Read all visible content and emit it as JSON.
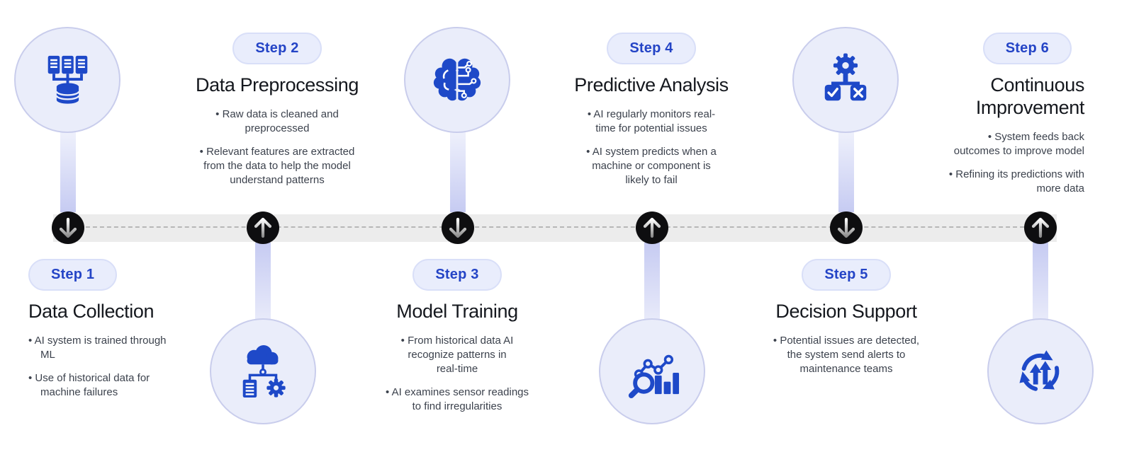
{
  "diagram": {
    "theme": "AI predictive maintenance process timeline",
    "colors": {
      "icon_blue": "#1e49c8",
      "circle_fill": "#eaedfa",
      "circle_border": "#c9cdec",
      "badge_fill": "#e9edfc",
      "badge_border": "#d9dff8",
      "badge_text": "#2444c6",
      "timeline_band": "#ececec",
      "timeline_dash": "#b7b7b7",
      "arrow_node_bg": "#0e0e10",
      "title_text": "#15181e",
      "body_text": "#3c424d"
    }
  },
  "steps": [
    {
      "badge": "Step 1",
      "title": "Data Collection",
      "bullets": [
        "AI system is trained through\nML",
        "Use of historical data for\nmachine failures"
      ],
      "icon": "server-database-icon",
      "icon_position": "top",
      "text_position": "below-timeline",
      "arrow": "down"
    },
    {
      "badge": "Step 2",
      "title": "Data Preprocessing",
      "bullets": [
        "Raw data is cleaned and\npreprocessed",
        "Relevant features are extracted\nfrom the data to help the model\nunderstand patterns"
      ],
      "icon": "cloud-data-pipeline-icon",
      "icon_position": "bottom",
      "text_position": "above-timeline",
      "arrow": "up"
    },
    {
      "badge": "Step 3",
      "title": "Model Training",
      "bullets": [
        "From historical data AI\nrecognize patterns in\nreal-time",
        "AI examines sensor readings\nto find irregularities"
      ],
      "icon": "ai-brain-circuit-icon",
      "icon_position": "top",
      "text_position": "below-timeline",
      "arrow": "down"
    },
    {
      "badge": "Step 4",
      "title": "Predictive Analysis",
      "bullets": [
        "AI regularly monitors real-\ntime for potential issues",
        "AI system predicts when a\nmachine or component is\nlikely to fail"
      ],
      "icon": "analytics-magnifier-icon",
      "icon_position": "bottom",
      "text_position": "above-timeline",
      "arrow": "up"
    },
    {
      "badge": "Step 5",
      "title": "Decision Support",
      "bullets": [
        "Potential issues are detected,\nthe system send alerts to\nmaintenance teams"
      ],
      "icon": "gear-check-x-icon",
      "icon_position": "top",
      "text_position": "below-timeline",
      "arrow": "down"
    },
    {
      "badge": "Step 6",
      "title": "Continuous\nImprovement",
      "bullets": [
        "System feeds back\noutcomes to improve model",
        "Refining its predictions with\nmore data"
      ],
      "icon": "continuous-improvement-arrows-icon",
      "icon_position": "bottom",
      "text_position": "above-timeline",
      "arrow": "up"
    }
  ]
}
